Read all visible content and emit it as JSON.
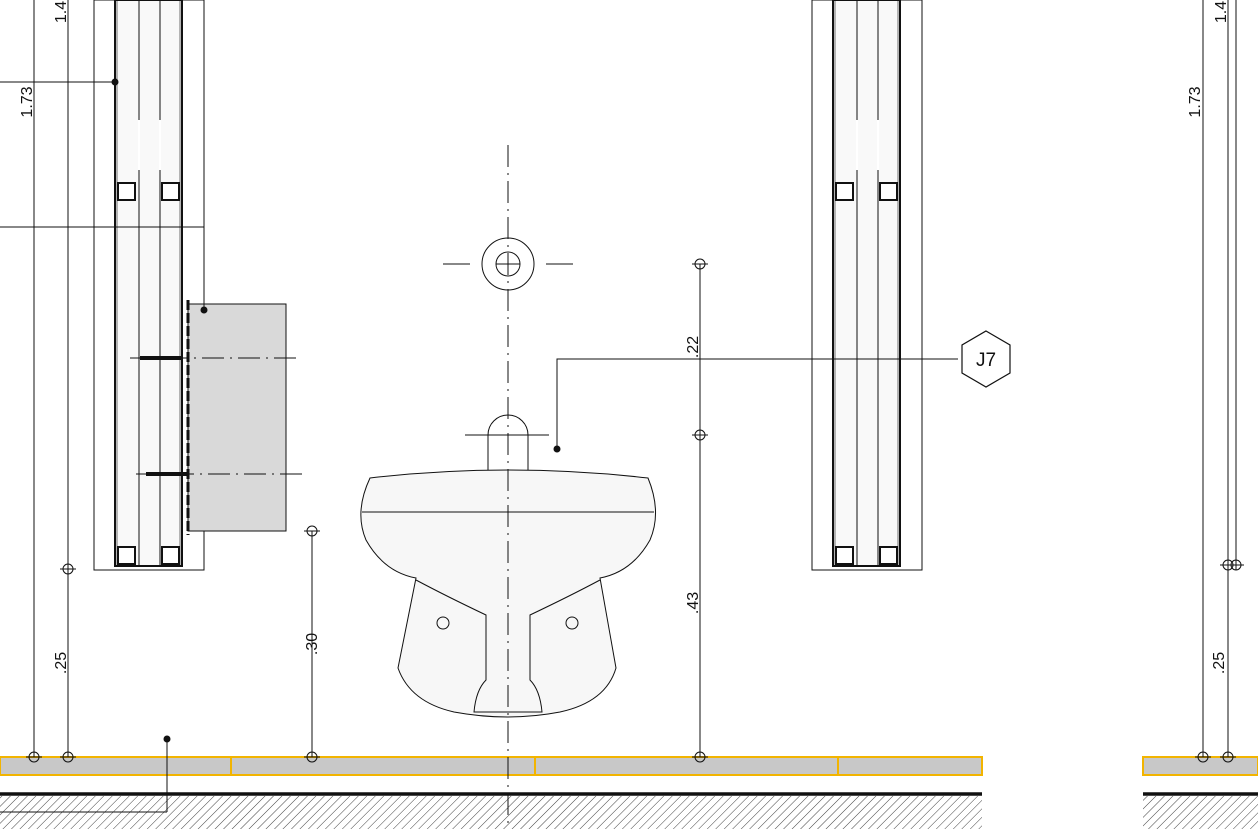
{
  "dimensions": {
    "left_173": "1.73",
    "left_140": "1.4",
    "left_025": ".25",
    "grab_030": ".30",
    "right_022": ".22",
    "right_043": ".43",
    "far_173": "1.73",
    "far_140": "1.4",
    "far_025": ".25"
  },
  "tag": {
    "label": "J7"
  },
  "colors": {
    "floor_band": "#c8c8c8",
    "floor_joint": "#f2b400",
    "panel_fill": "#d9d9d9",
    "fixture_fill": "#f7f7f7",
    "line": "#111111"
  }
}
